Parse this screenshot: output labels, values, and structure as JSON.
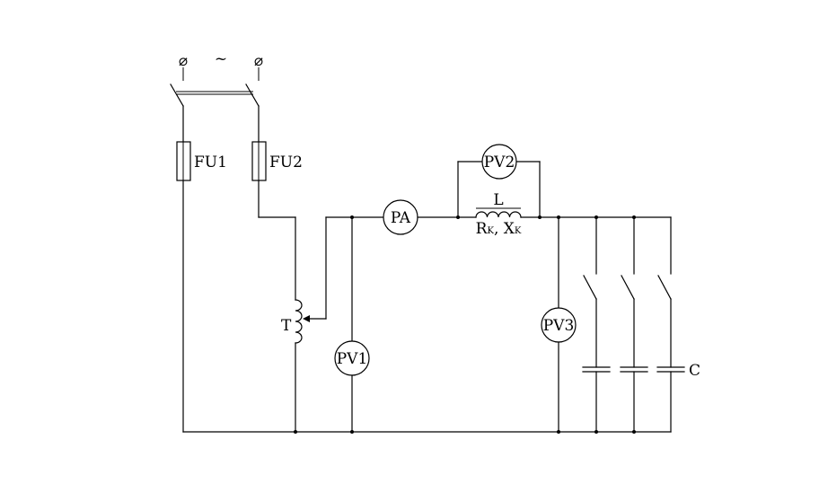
{
  "diagram": {
    "supply": {
      "terminal_symbol": "⌀",
      "ac_symbol": "~"
    },
    "fuses": {
      "fu1": "FU1",
      "fu2": "FU2"
    },
    "autotransformer": {
      "label": "T"
    },
    "meters": {
      "pa": "PA",
      "pv1": "PV1",
      "pv2": "PV2",
      "pv3": "PV3"
    },
    "inductor": {
      "label": "L",
      "r_main": "R",
      "r_sub": "K",
      "sep": ", ",
      "x_main": "X",
      "x_sub": "K"
    },
    "capacitor_bank": {
      "label": "C",
      "count": 3
    }
  }
}
